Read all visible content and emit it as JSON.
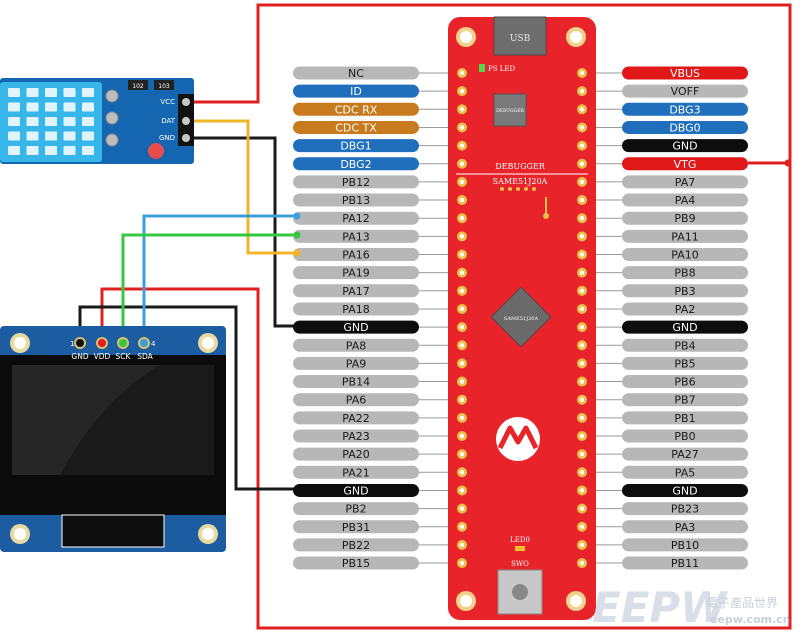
{
  "board": {
    "usb_label": "USB",
    "ps_led_label": "PS LED",
    "debugger_chip_label": "DEBUGGER",
    "debugger_label": "DEBUGGER",
    "mcu_label": "SAME51J20A",
    "chip_label": "SAME51J20A",
    "led0_label": "LED0",
    "swo_label": "SWO"
  },
  "left_pins": [
    {
      "label": "NC",
      "kind": "gray"
    },
    {
      "label": "ID",
      "kind": "blue"
    },
    {
      "label": "CDC RX",
      "kind": "orange"
    },
    {
      "label": "CDC TX",
      "kind": "orange"
    },
    {
      "label": "DBG1",
      "kind": "blue"
    },
    {
      "label": "DBG2",
      "kind": "blue"
    },
    {
      "label": "PB12",
      "kind": "gray"
    },
    {
      "label": "PB13",
      "kind": "gray"
    },
    {
      "label": "PA12",
      "kind": "gray"
    },
    {
      "label": "PA13",
      "kind": "gray"
    },
    {
      "label": "PA16",
      "kind": "gray"
    },
    {
      "label": "PA19",
      "kind": "gray"
    },
    {
      "label": "PA17",
      "kind": "gray"
    },
    {
      "label": "PA18",
      "kind": "gray"
    },
    {
      "label": "GND",
      "kind": "black"
    },
    {
      "label": "PA8",
      "kind": "gray"
    },
    {
      "label": "PA9",
      "kind": "gray"
    },
    {
      "label": "PB14",
      "kind": "gray"
    },
    {
      "label": "PA6",
      "kind": "gray"
    },
    {
      "label": "PA22",
      "kind": "gray"
    },
    {
      "label": "PA23",
      "kind": "gray"
    },
    {
      "label": "PA20",
      "kind": "gray"
    },
    {
      "label": "PA21",
      "kind": "gray"
    },
    {
      "label": "GND",
      "kind": "black"
    },
    {
      "label": "PB2",
      "kind": "gray"
    },
    {
      "label": "PB31",
      "kind": "gray"
    },
    {
      "label": "PB22",
      "kind": "gray"
    },
    {
      "label": "PB15",
      "kind": "gray"
    }
  ],
  "right_pins": [
    {
      "label": "VBUS",
      "kind": "red"
    },
    {
      "label": "VOFF",
      "kind": "gray"
    },
    {
      "label": "DBG3",
      "kind": "blue"
    },
    {
      "label": "DBG0",
      "kind": "blue"
    },
    {
      "label": "GND",
      "kind": "black"
    },
    {
      "label": "VTG",
      "kind": "red"
    },
    {
      "label": "PA7",
      "kind": "gray"
    },
    {
      "label": "PA4",
      "kind": "gray"
    },
    {
      "label": "PB9",
      "kind": "gray"
    },
    {
      "label": "PA11",
      "kind": "gray"
    },
    {
      "label": "PA10",
      "kind": "gray"
    },
    {
      "label": "PB8",
      "kind": "gray"
    },
    {
      "label": "PB3",
      "kind": "gray"
    },
    {
      "label": "PA2",
      "kind": "gray"
    },
    {
      "label": "GND",
      "kind": "black"
    },
    {
      "label": "PB4",
      "kind": "gray"
    },
    {
      "label": "PB5",
      "kind": "gray"
    },
    {
      "label": "PB6",
      "kind": "gray"
    },
    {
      "label": "PB7",
      "kind": "gray"
    },
    {
      "label": "PB1",
      "kind": "gray"
    },
    {
      "label": "PB0",
      "kind": "gray"
    },
    {
      "label": "PA27",
      "kind": "gray"
    },
    {
      "label": "PA5",
      "kind": "gray"
    },
    {
      "label": "GND",
      "kind": "black"
    },
    {
      "label": "PB23",
      "kind": "gray"
    },
    {
      "label": "PA3",
      "kind": "gray"
    },
    {
      "label": "PB10",
      "kind": "gray"
    },
    {
      "label": "PB11",
      "kind": "gray"
    }
  ],
  "sensor": {
    "pins": [
      "VCC",
      "DAT",
      "GND"
    ],
    "resistor_labels": [
      "102",
      "103"
    ]
  },
  "oled": {
    "pins": [
      "GND",
      "VDD",
      "SCK",
      "SDA"
    ],
    "pin_number_first": "1",
    "pin_number_last": "4"
  },
  "watermark": {
    "logo": "EEPW",
    "chinese": "電子產品世界",
    "url": "eepw.com.cn"
  },
  "colors": {
    "board_red": "#e8232a",
    "pad_gold": "#e8c04a",
    "wire_red": "#e02020",
    "wire_black": "#1a1a1a",
    "wire_yellow": "#f0b428",
    "wire_blue": "#3aa0dc",
    "wire_green": "#34c840",
    "label_gray": "#b7b7b7",
    "label_blue": "#1f6fbd",
    "label_orange": "#c87a1e",
    "label_red": "#e01818",
    "label_black": "#0d0d0d",
    "sensor_blue": "#1566b0",
    "grid_cyan": "#37b6ea"
  }
}
